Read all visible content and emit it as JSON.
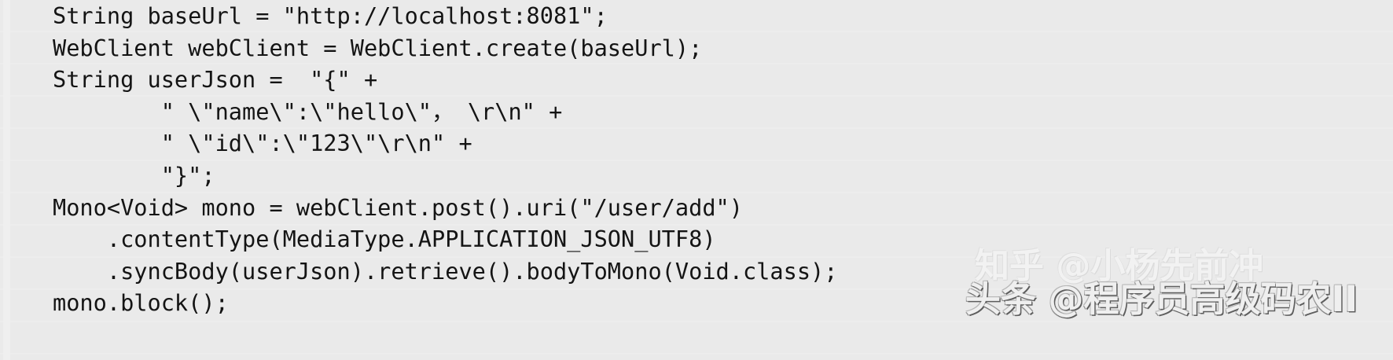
{
  "snippet": {
    "language": "java",
    "background_color": "#ebebeb",
    "text_color": "#141414",
    "lines": [
      "String baseUrl = \"http://localhost:8081\";",
      "WebClient webClient = WebClient.create(baseUrl);",
      "String userJson =  \"{\" +",
      "        \" \\\"name\\\":\\\"hello\\\"， \\r\\n\" +",
      "        \" \\\"id\\\":\\\"123\\\"\\r\\n\" +",
      "        \"}\";",
      "Mono<Void> mono = webClient.post().uri(\"/user/add\")",
      "    .contentType(MediaType.APPLICATION_JSON_UTF8)",
      "    .syncBody(userJson).retrieve().bodyToMono(Void.class);",
      "mono.block();"
    ]
  },
  "watermarks": {
    "zhihu": "知乎 @小杨先前冲",
    "toutiao": "头条 @程序员高级码农II"
  }
}
